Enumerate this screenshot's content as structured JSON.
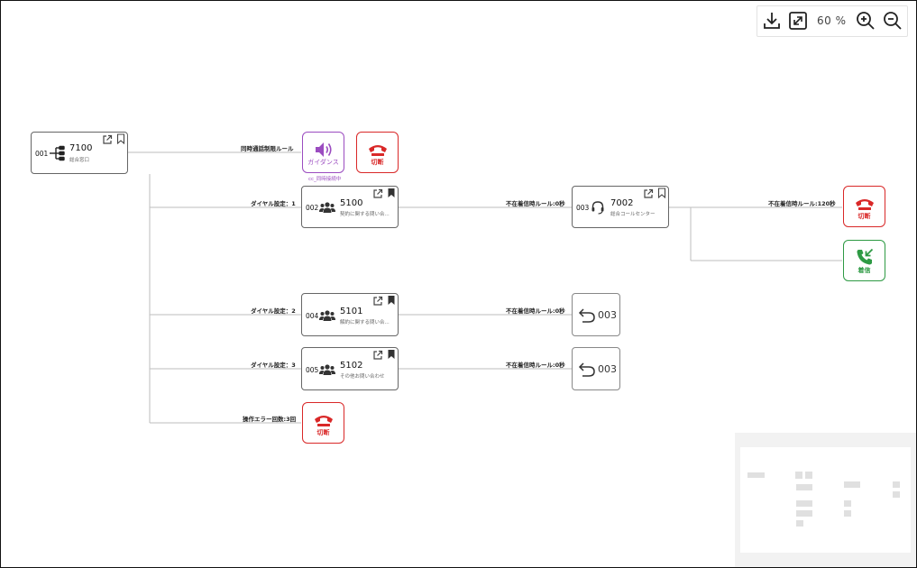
{
  "toolbar": {
    "zoom_label": "60 %"
  },
  "nodes": {
    "n001": {
      "id": "001",
      "number": "7100",
      "subtitle": "総合窓口"
    },
    "n002": {
      "id": "002",
      "number": "5100",
      "subtitle": "契約に関する問い合..."
    },
    "n003": {
      "id": "003",
      "number": "7002",
      "subtitle": "総合コールセンター"
    },
    "n004": {
      "id": "004",
      "number": "5101",
      "subtitle": "解約に関する問い合..."
    },
    "n005": {
      "id": "005",
      "number": "5102",
      "subtitle": "その他お問い合わせ"
    }
  },
  "terminals": {
    "guidance": {
      "label": "ガイダンス",
      "caption": "cc_同時接続中"
    },
    "hangup_top": {
      "label": "切断"
    },
    "hangup_right": {
      "label": "切断"
    },
    "incoming": {
      "label": "着信"
    },
    "hangup_bottom": {
      "label": "切断"
    }
  },
  "returns": {
    "r1": {
      "target": "003"
    },
    "r2": {
      "target": "003"
    }
  },
  "edges": {
    "concurrent_limit": "同時通話制限ルール",
    "dial1": "ダイヤル設定：1",
    "dial2": "ダイヤル設定：2",
    "dial3": "ダイヤル設定：3",
    "op_error": "操作エラー回数:3回",
    "absent1": "不在着信時ルール:0秒",
    "absent2": "不在着信時ルール:0秒",
    "absent3": "不在着信時ルール:0秒",
    "absent_120": "不在着信時ルール:120秒"
  },
  "colors": {
    "hangup": "#d92828",
    "incoming": "#2e9a44",
    "guidance": "#9b4cc0",
    "edge": "#bdbdbd"
  }
}
